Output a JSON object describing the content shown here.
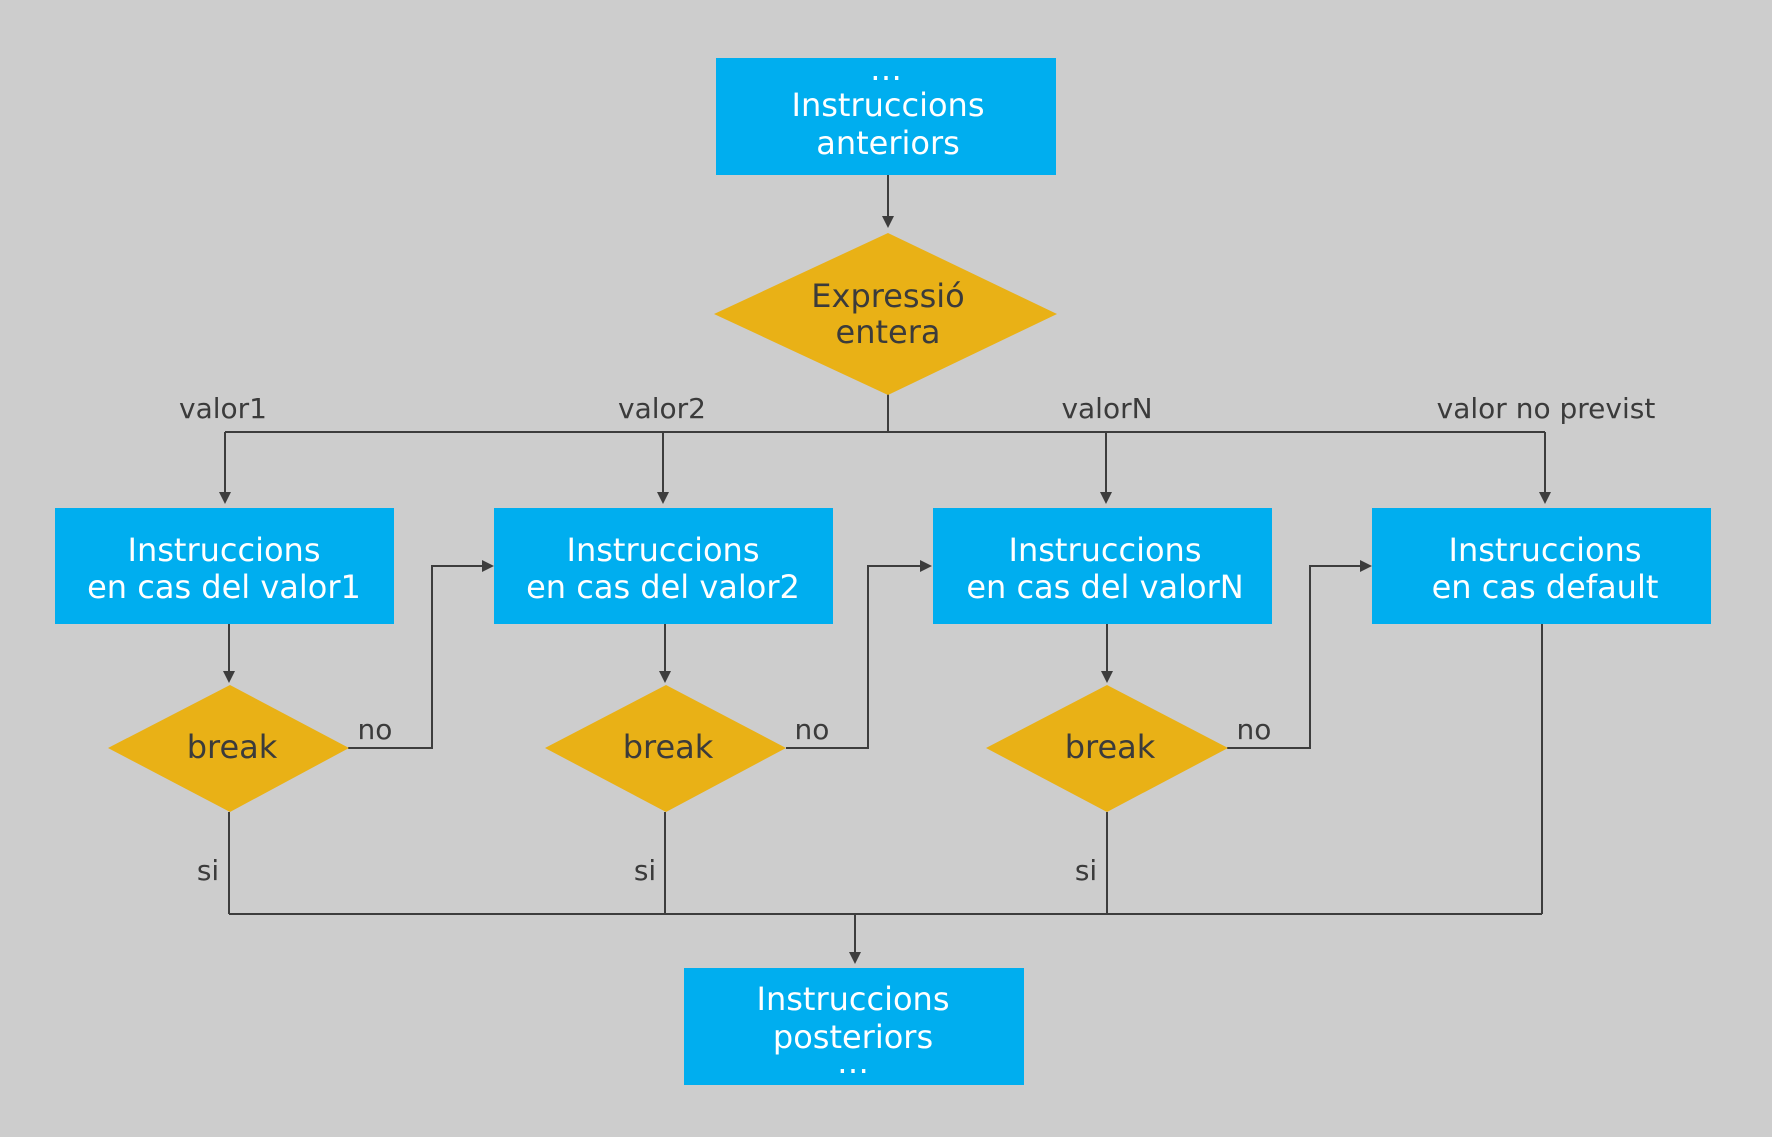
{
  "colors": {
    "background": "#cdcdcd",
    "process_box": "#00aeef",
    "decision": "#e9b116",
    "line": "#3d3d3d",
    "label": "#3b3b3b"
  },
  "nodes": {
    "start": {
      "dots": "…",
      "line1": "Instruccions",
      "line2": "anteriors"
    },
    "switch": {
      "line1": "Expressió",
      "line2": "entera"
    },
    "case1": {
      "line1": "Instruccions",
      "line2": "en cas del valor1"
    },
    "case2": {
      "line1": "Instruccions",
      "line2": "en cas del valor2"
    },
    "caseN": {
      "line1": "Instruccions",
      "line2": "en cas del valorN"
    },
    "default": {
      "line1": "Instruccions",
      "line2": "en cas default"
    },
    "break1": {
      "label": "break"
    },
    "break2": {
      "label": "break"
    },
    "breakN": {
      "label": "break"
    },
    "end": {
      "line1": "Instruccions",
      "line2": "posteriors",
      "dots": "…"
    }
  },
  "edge_labels": {
    "valor1": "valor1",
    "valor2": "valor2",
    "valorN": "valorN",
    "default": "valor no previst",
    "no1": "no",
    "no2": "no",
    "noN": "no",
    "si1": "si",
    "si2": "si",
    "siN": "si"
  }
}
